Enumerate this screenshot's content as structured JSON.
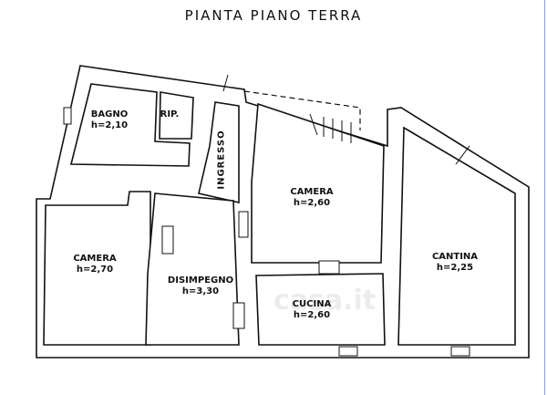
{
  "title": "PIANTA PIANO TERRA",
  "rooms": [
    {
      "name": "BAGNO",
      "height": "h=2,10"
    },
    {
      "name": "RIP.",
      "height": ""
    },
    {
      "name": "INGRESSO",
      "height": ""
    },
    {
      "name": "CAMERA",
      "height": "h=2,60"
    },
    {
      "name": "CAMERA",
      "height": "h=2,70"
    },
    {
      "name": "DISIMPEGNO",
      "height": "h=3,30"
    },
    {
      "name": "CUCINA",
      "height": "h=2,60"
    },
    {
      "name": "CANTINA",
      "height": "h=2,25"
    }
  ],
  "watermark": "casa.it"
}
